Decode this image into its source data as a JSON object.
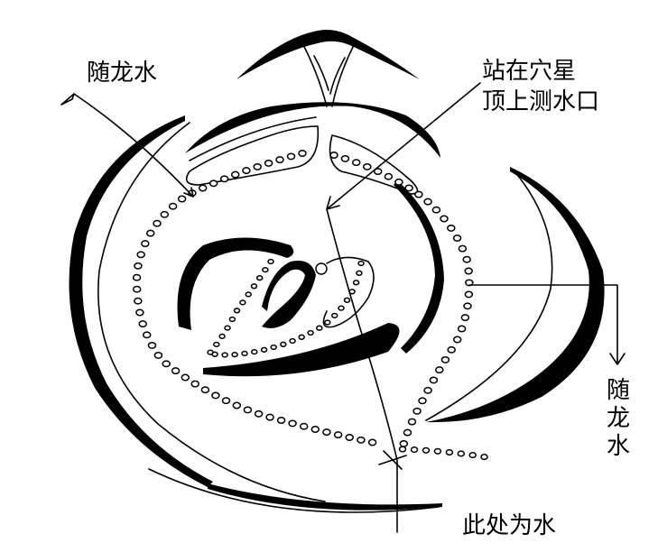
{
  "labels": {
    "top_left": "随龙水",
    "top_right_line1": "站在穴星",
    "top_right_line2": "顶上测水口",
    "right_vertical": "随龙水",
    "bottom": "此处为水"
  },
  "colors": {
    "ink": "#000000",
    "paper": "#ffffff"
  }
}
